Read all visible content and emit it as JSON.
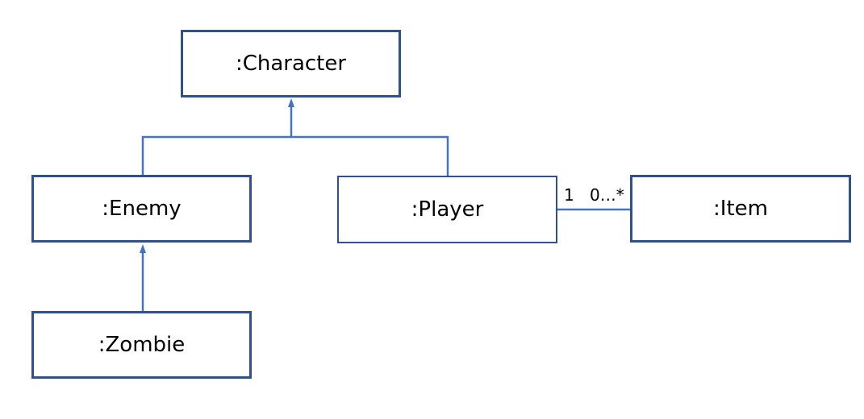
{
  "diagram": {
    "colors": {
      "box_border": "#2f5190",
      "connector": "#4472c4"
    },
    "classes": {
      "character": ":Character",
      "enemy": ":Enemy",
      "player": ":Player",
      "item": ":Item",
      "zombie": ":Zombie"
    },
    "relationships": {
      "generalization_character": {
        "type": "generalization",
        "parent": ":Character",
        "children": [
          ":Enemy",
          ":Player"
        ]
      },
      "generalization_enemy": {
        "type": "generalization",
        "parent": ":Enemy",
        "children": [
          ":Zombie"
        ]
      },
      "association_player_item": {
        "type": "association",
        "from": ":Player",
        "to": ":Item",
        "from_multiplicity": "1",
        "to_multiplicity": "0…*"
      }
    }
  }
}
